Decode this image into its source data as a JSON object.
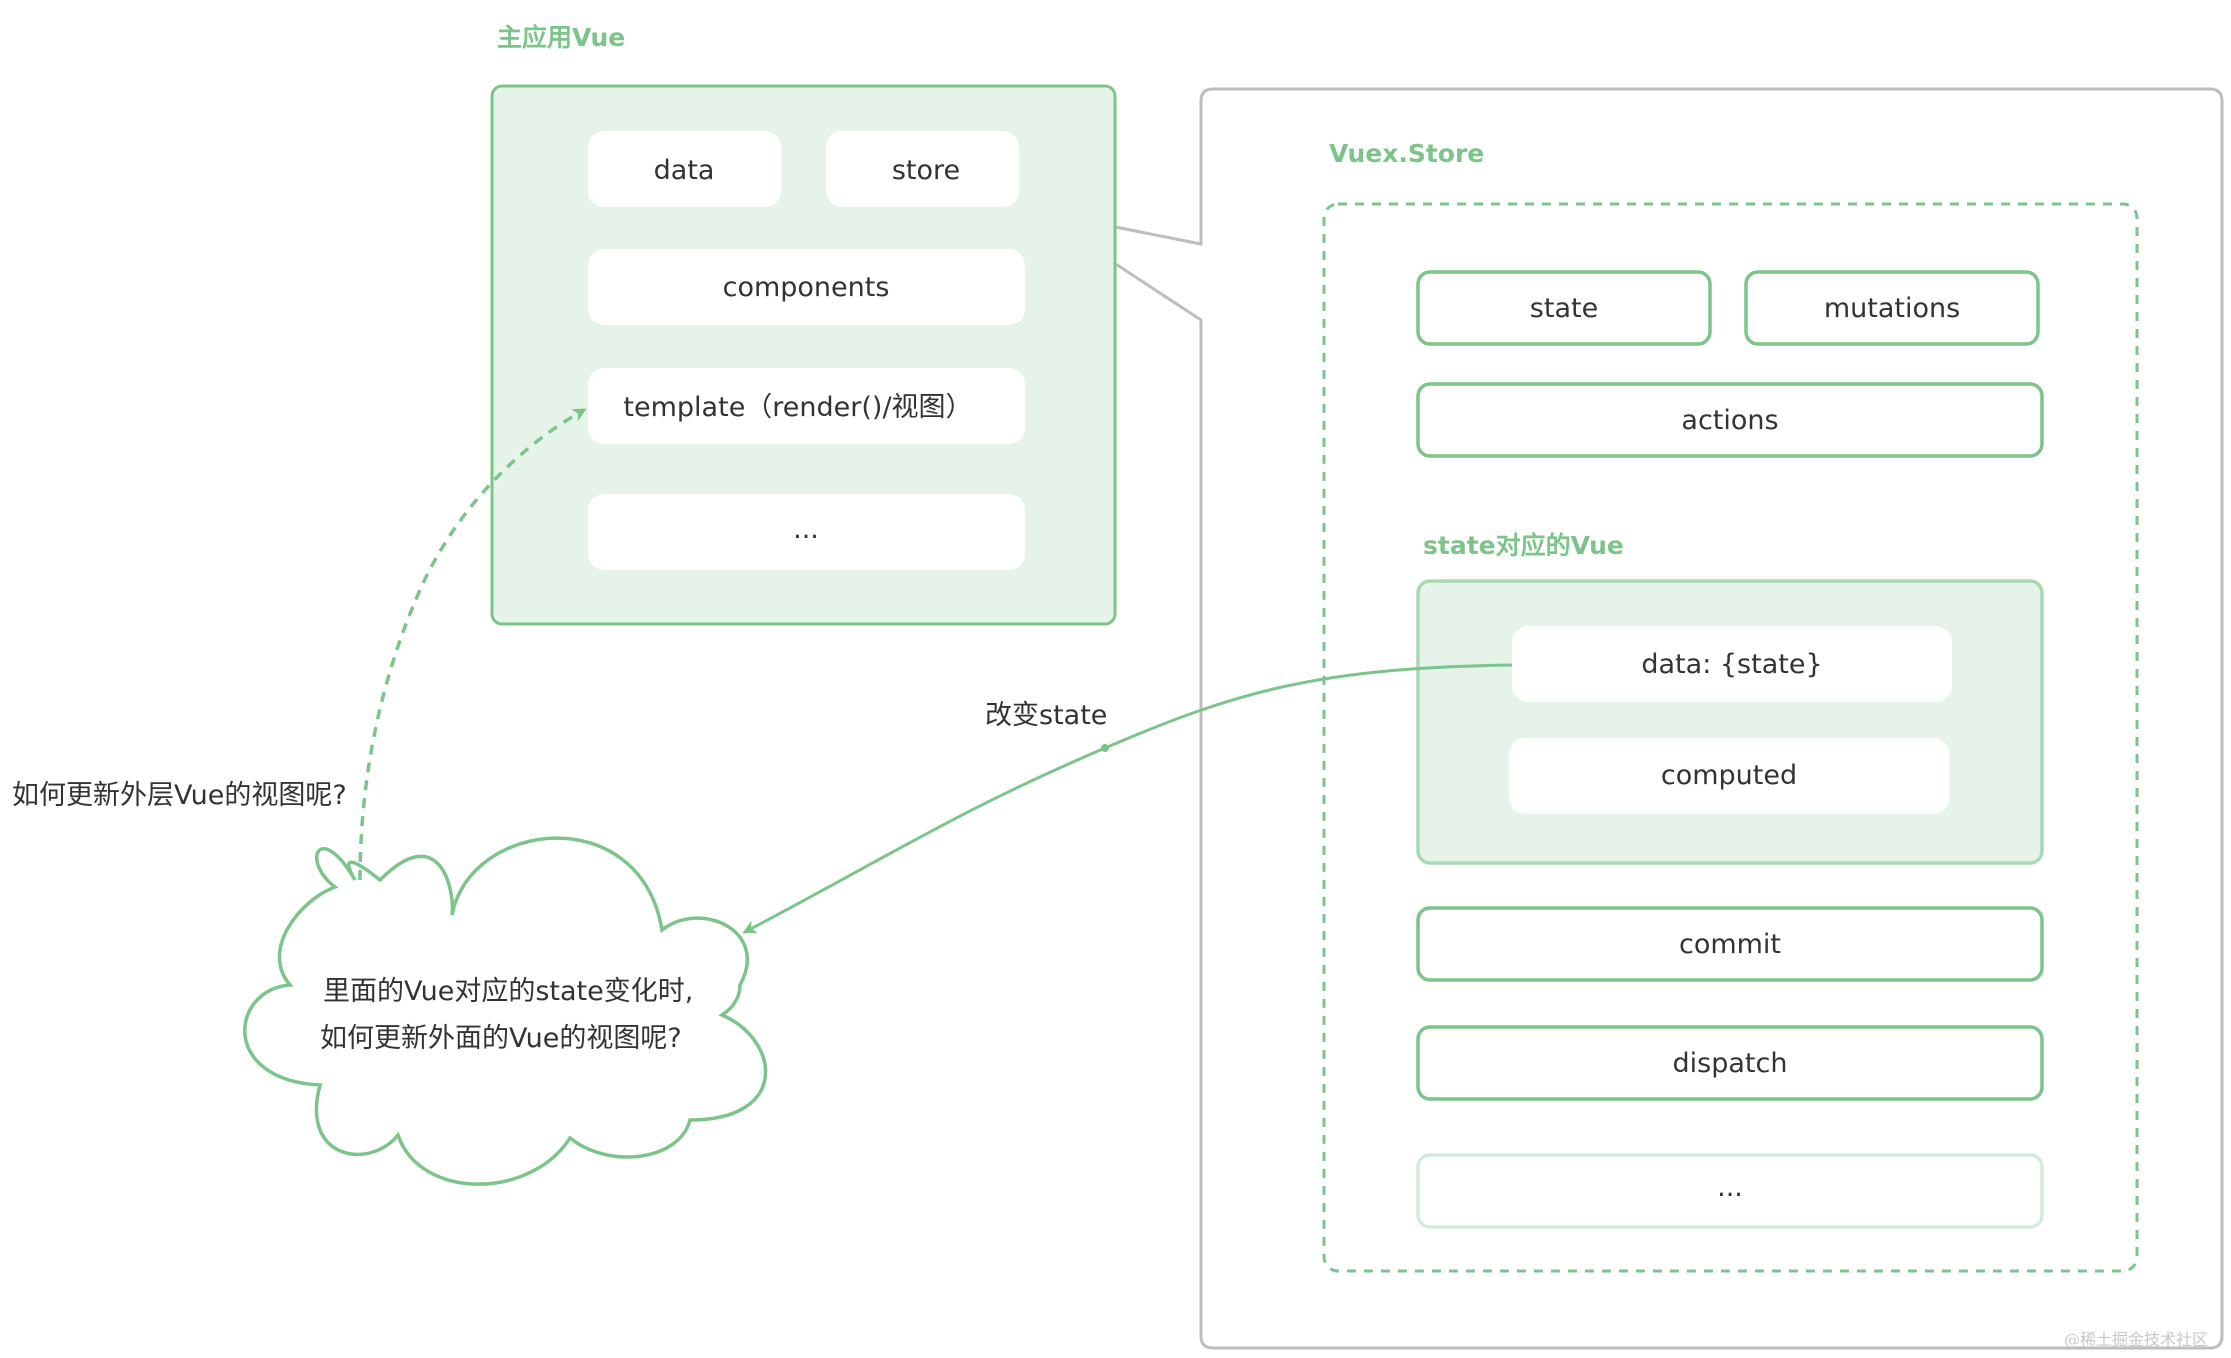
{
  "main_vue": {
    "title": "主应用Vue",
    "items": {
      "data": "data",
      "store": "store",
      "components": "components",
      "template": "template（render()/视图）",
      "more": "..."
    }
  },
  "vuex_store": {
    "title": "Vuex.Store",
    "items": {
      "state": "state",
      "mutations": "mutations",
      "actions": "actions",
      "commit": "commit",
      "dispatch": "dispatch",
      "more": "..."
    },
    "state_vue": {
      "title": "state对应的Vue",
      "data": "data: {state}",
      "computed": "computed"
    }
  },
  "arrows": {
    "change_state": "改变state",
    "question_outer": "如何更新外层Vue的视图呢?"
  },
  "cloud": {
    "line1": "里面的Vue对应的state变化时,",
    "line2": "如何更新外面的Vue的视图呢?"
  },
  "watermark": "@稀土掘金技术社区",
  "colors": {
    "green": "#7cc48a",
    "light_green_fill": "#e5f3e8",
    "gray_border": "#bdbdbd"
  }
}
